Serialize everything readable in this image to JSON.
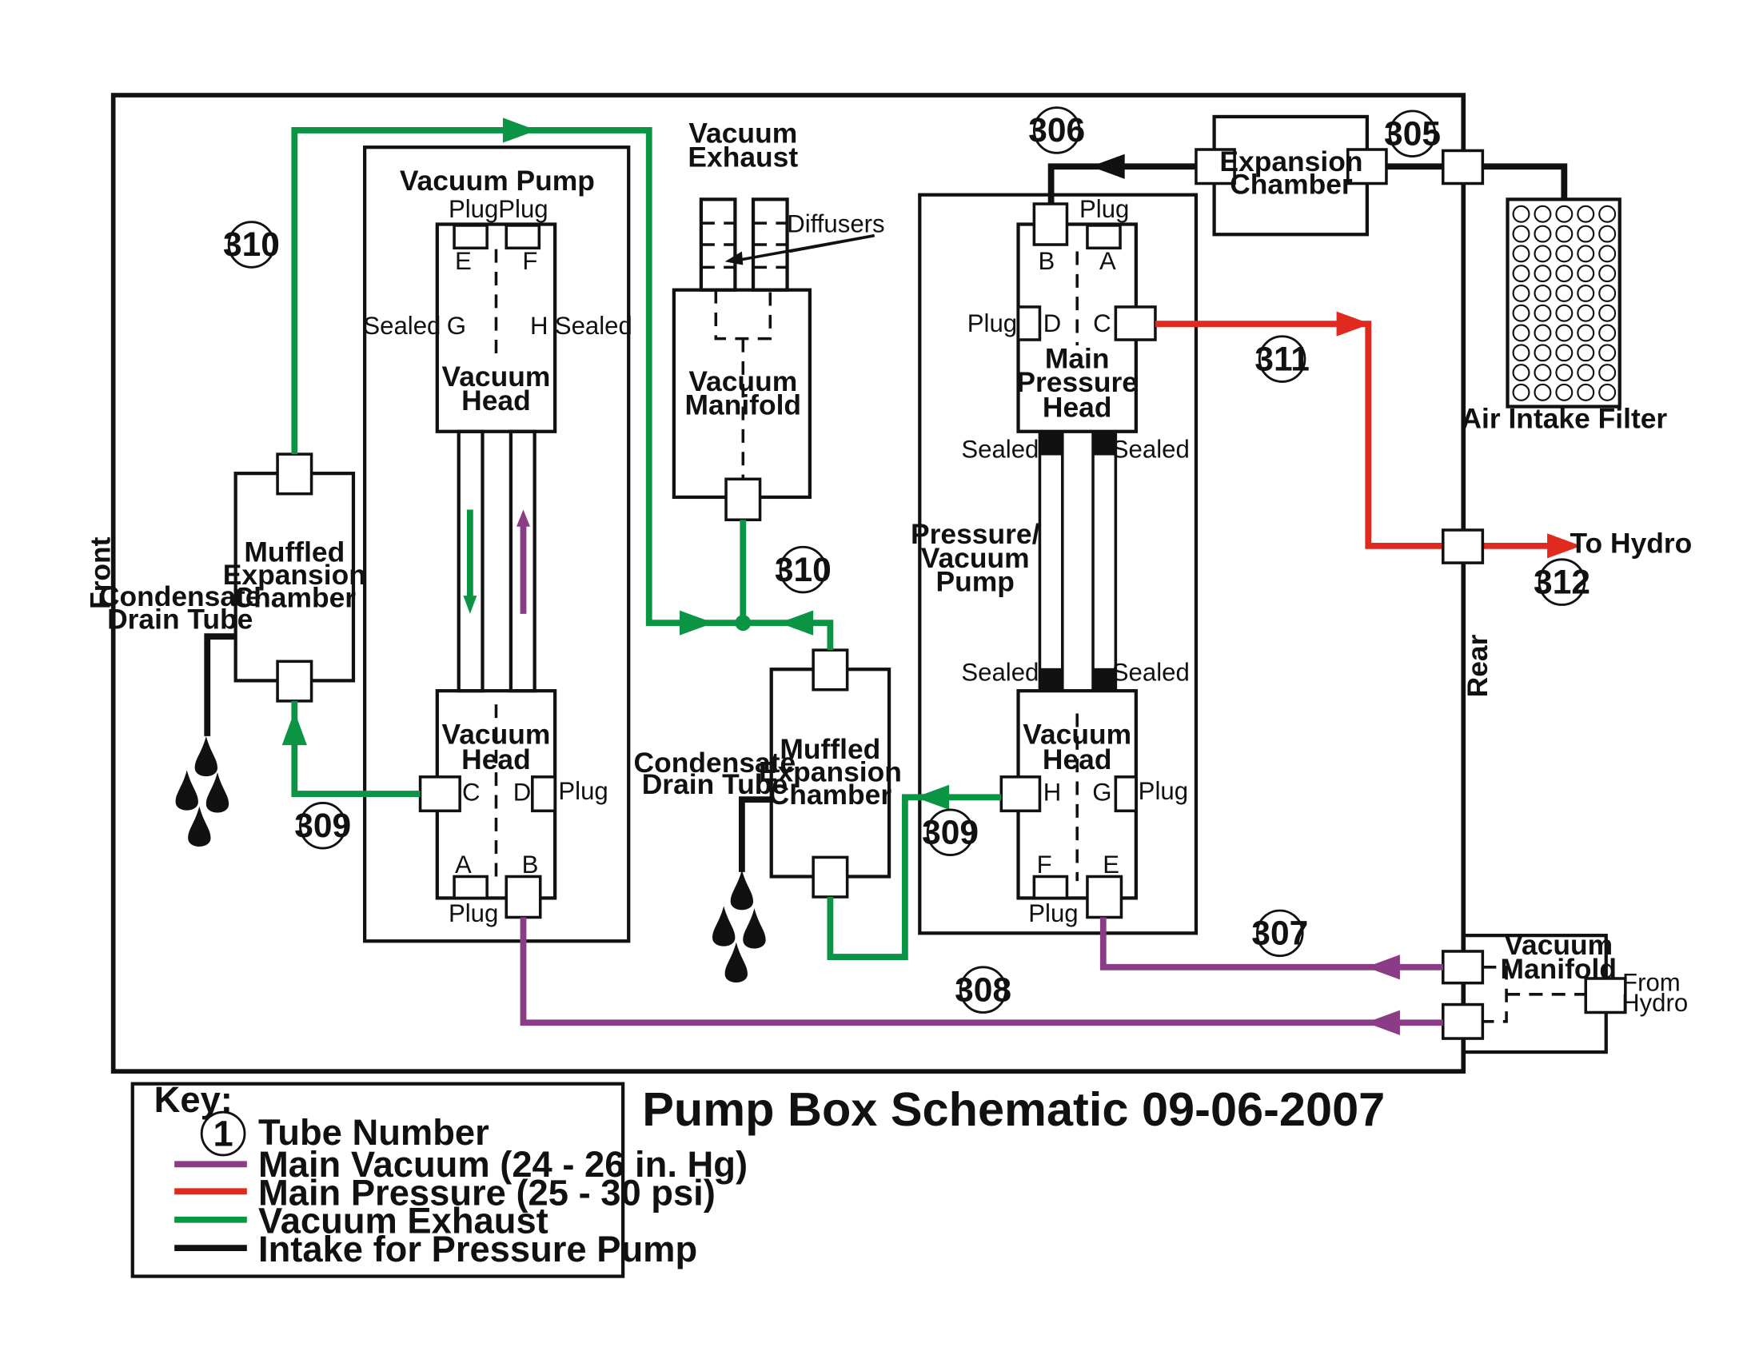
{
  "title": "Pump Box Schematic 09-06-2007",
  "colors": {
    "main_vacuum": "#8a3d86",
    "main_pressure": "#e02a20",
    "vacuum_exhaust": "#0a9444",
    "intake": "#111111"
  },
  "side_labels": {
    "front": "Front",
    "rear": "Rear"
  },
  "vacuum_pump": {
    "title": "Vacuum Pump",
    "upper_head": {
      "line1": "Vacuum",
      "line2": "Head",
      "plug_e": "Plug",
      "plug_f": "Plug",
      "port_e": "E",
      "port_f": "F",
      "port_g": "G",
      "port_h": "H",
      "sealed_left": "Sealed",
      "sealed_right": "Sealed"
    },
    "lower_head": {
      "line1": "Vacuum",
      "line2": "Head",
      "port_c": "C",
      "port_d": "D",
      "port_a": "A",
      "port_b": "B",
      "plug_d": "Plug",
      "plug_a": "Plug"
    }
  },
  "vacuum_exhaust": {
    "line1": "Vacuum",
    "line2": "Exhaust",
    "diffusers": "Diffusers"
  },
  "vacuum_manifold_center": {
    "line1": "Vacuum",
    "line2": "Manifold"
  },
  "muffled_left": {
    "line1": "Muffled",
    "line2": "Expansion",
    "line3": "Chamber",
    "drain1": "Condensate",
    "drain2": "Drain Tube"
  },
  "muffled_center": {
    "line1": "Muffled",
    "line2": "Expansion",
    "line3": "Chamber",
    "drain1": "Condensate",
    "drain2": "Drain Tube"
  },
  "pressure_pump": {
    "side1": "Pressure/",
    "side2": "Vacuum",
    "side3": "Pump",
    "main_head": {
      "line1": "Main",
      "line2": "Pressure",
      "line3": "Head",
      "plug_a": "Plug",
      "plug_d": "Plug",
      "port_a": "A",
      "port_b": "B",
      "port_c": "C",
      "port_d": "D"
    },
    "vac_head": {
      "line1": "Vacuum",
      "line2": "Head",
      "port_e": "E",
      "port_f": "F",
      "port_g": "G",
      "port_h": "H",
      "plug_g": "Plug",
      "plug_f": "Plug"
    },
    "sealed": "Sealed"
  },
  "expansion_chamber": {
    "line1": "Expansion",
    "line2": "Chamber"
  },
  "air_filter": "Air Intake Filter",
  "to_hydro": "To Hydro",
  "vacuum_manifold_rear": {
    "line1": "Vacuum",
    "line2": "Manifold",
    "from1": "From",
    "from2": "Hydro"
  },
  "tubes": {
    "t305": "305",
    "t306": "306",
    "t307": "307",
    "t308": "308",
    "t309a": "309",
    "t309b": "309",
    "t310a": "310",
    "t310b": "310",
    "t311": "311",
    "t312": "312"
  },
  "key": {
    "title": "Key:",
    "tube_symbol": "1",
    "tube_number": "Tube Number",
    "main_vacuum": "Main Vacuum (24 - 26 in. Hg)",
    "main_pressure": "Main Pressure (25 - 30 psi)",
    "vacuum_exhaust": "Vacuum Exhaust",
    "intake": "Intake for Pressure Pump"
  }
}
